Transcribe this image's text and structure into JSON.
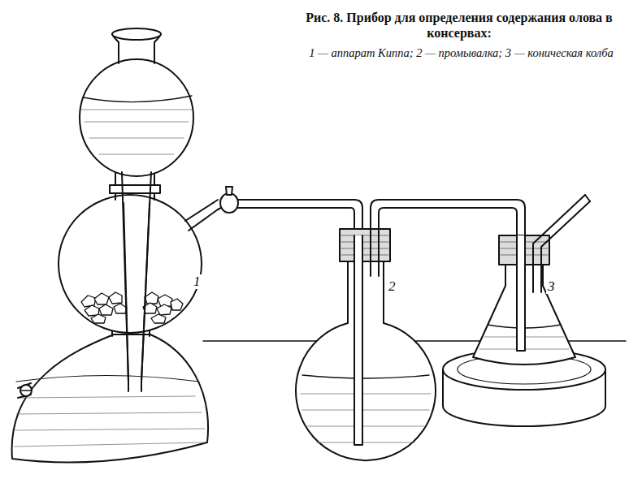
{
  "diagram": {
    "title": "Рис. 8. Прибор для определения содержания олова в консервах:",
    "caption": "1 — аппарат Киппа; 2 — промывалка; 3 — коническая колба",
    "labels": [
      "1",
      "2",
      "3"
    ]
  }
}
